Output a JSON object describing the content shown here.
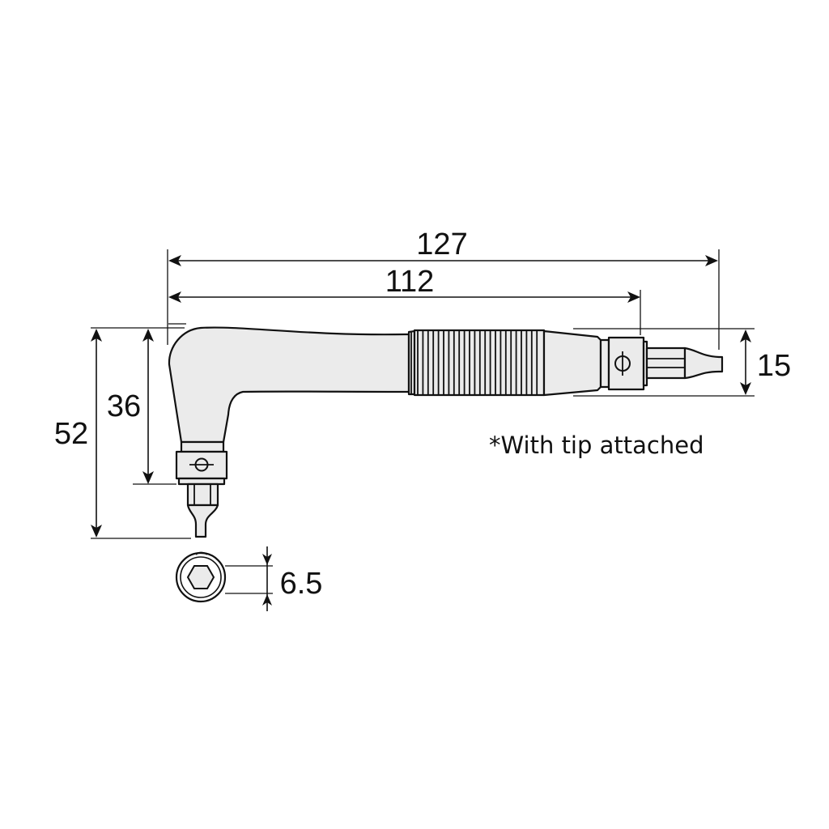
{
  "drawing": {
    "subject": "offset ratchet screwdriver dimension drawing",
    "line_color": "#111111",
    "fill_color": "#ebebeb",
    "background": "#ffffff",
    "units": "mm"
  },
  "dimensions": {
    "overall_length": "127",
    "body_length": "112",
    "tip_height": "15",
    "head_height": "36",
    "total_height": "52",
    "hex_size": "6.5"
  },
  "notes": {
    "tip_note": "*With tip attached"
  },
  "symbols": {
    "lock_marker": "phi-circle"
  }
}
